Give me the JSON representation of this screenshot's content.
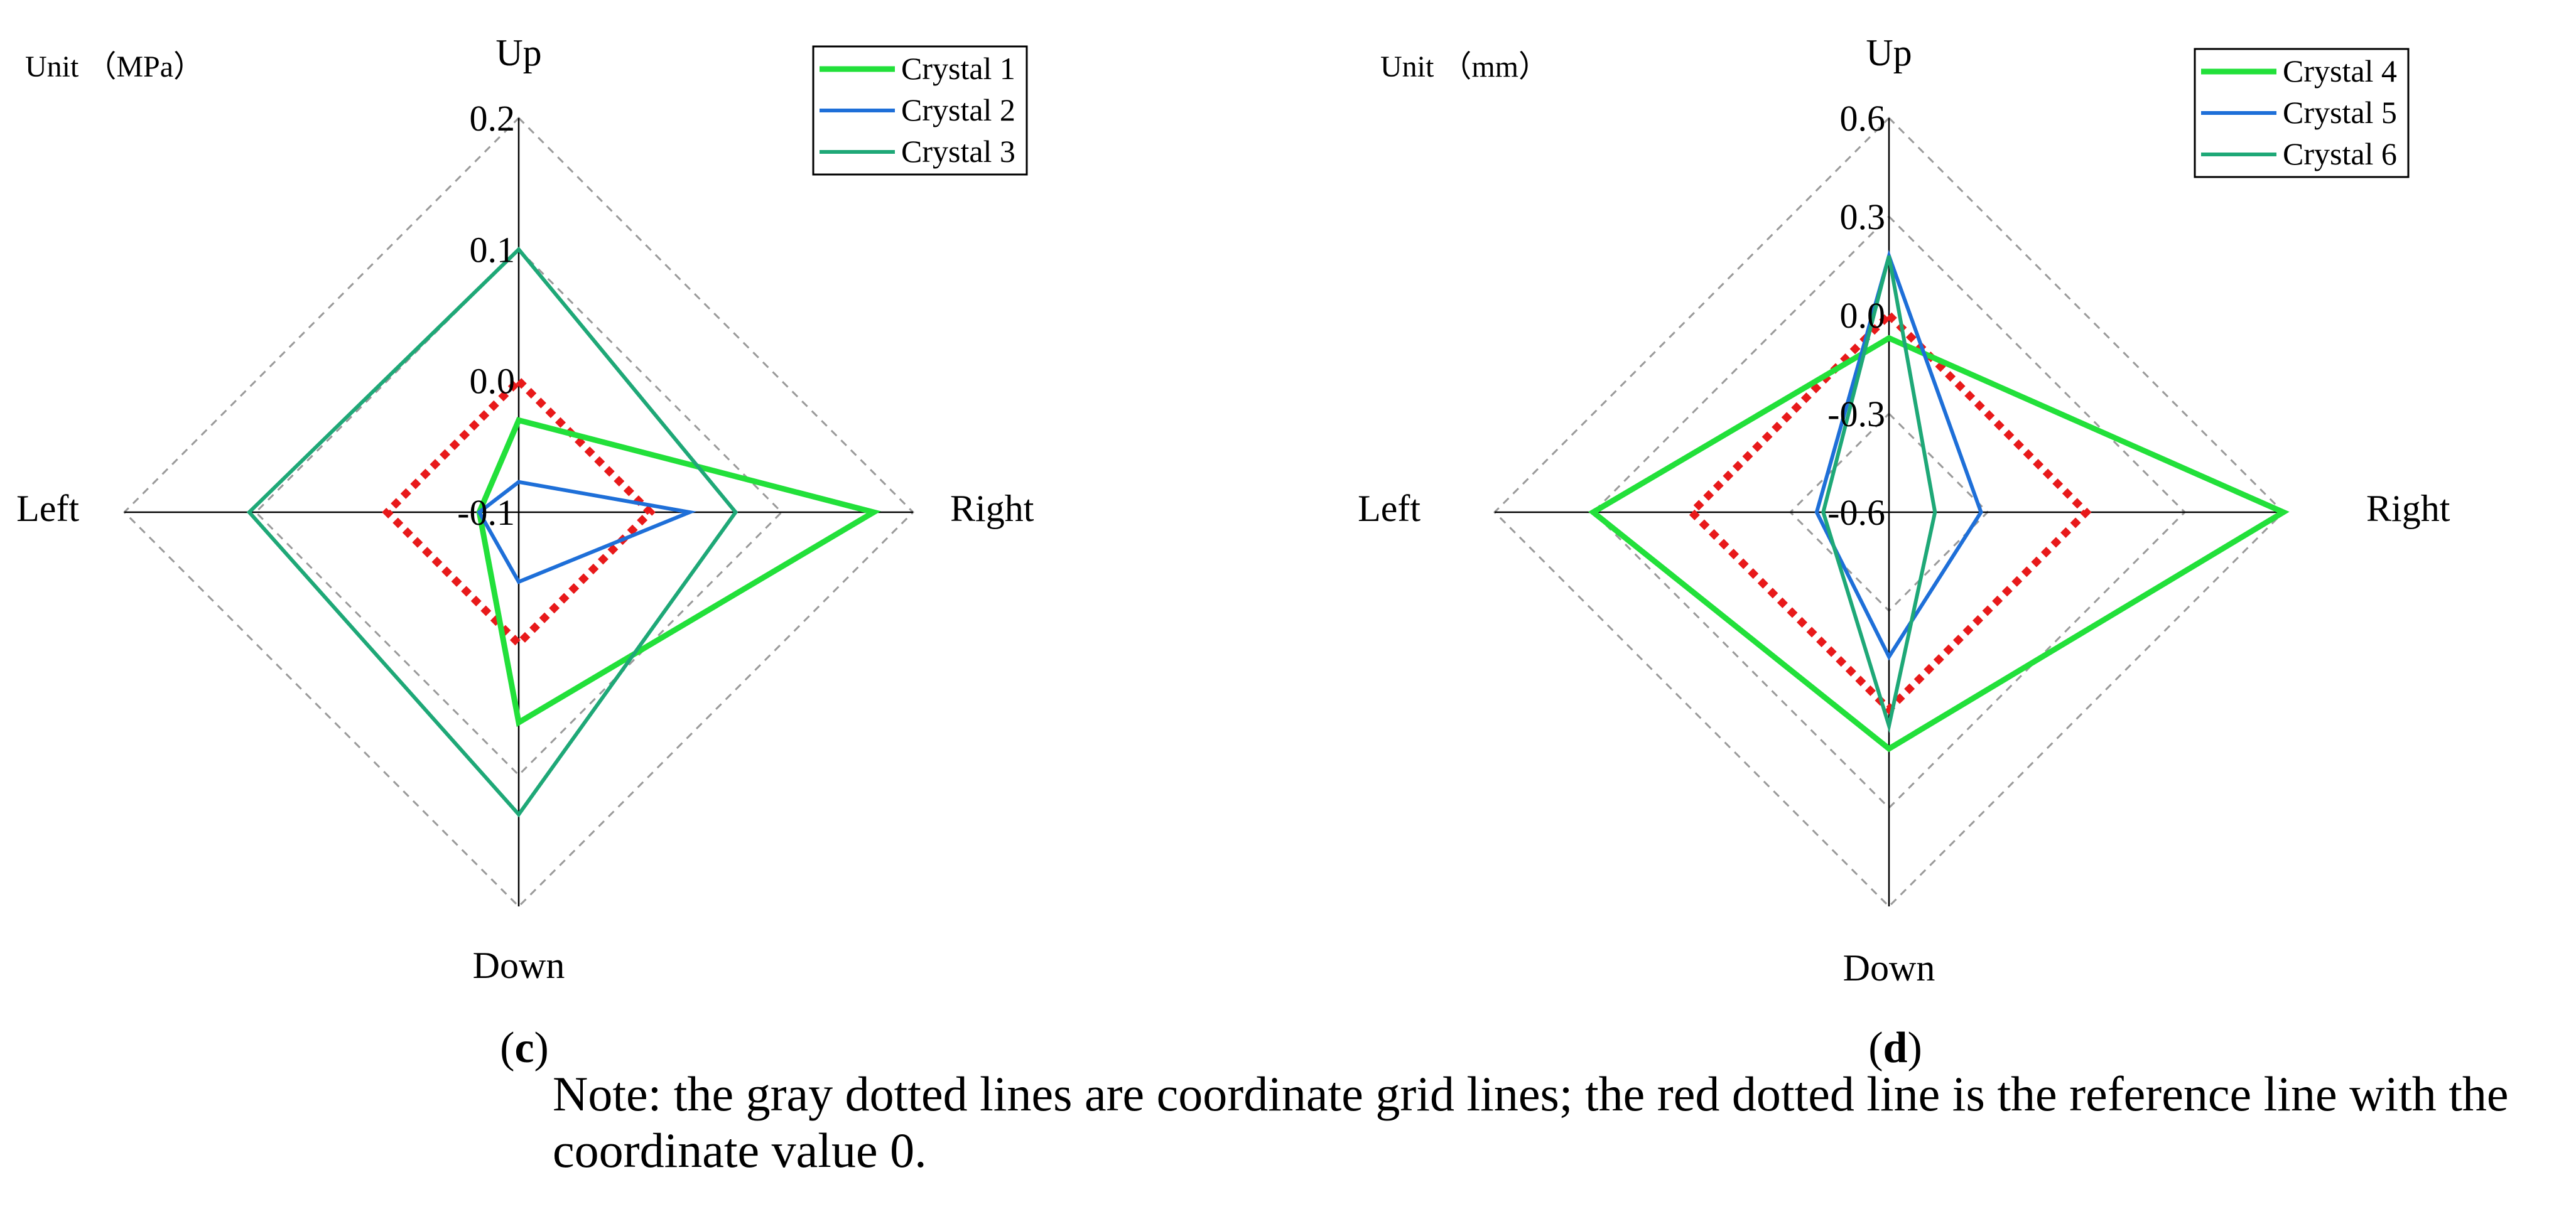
{
  "chart_data": [
    {
      "type": "radar",
      "panel_label": "c",
      "unit_label": "Unit （MPa）",
      "axes": [
        "Up",
        "Right",
        "Down",
        "Left"
      ],
      "range": [
        -0.1,
        0.2
      ],
      "ticks": [
        "0.2",
        "0.1",
        "0.0",
        "-0.1"
      ],
      "tick_values": [
        0.2,
        0.1,
        0.0,
        -0.1
      ],
      "grid": "gray dotted",
      "reference_line": {
        "value": 0,
        "style": "red dotted"
      },
      "legend_position": "top-right",
      "series": [
        {
          "name": "Crystal 1",
          "color": "#22e03a",
          "width": "thick",
          "values": [
            -0.03,
            0.17,
            0.06,
            -0.07
          ]
        },
        {
          "name": "Crystal 2",
          "color": "#1e6fd8",
          "width": "medium",
          "values": [
            -0.077,
            0.03,
            -0.047,
            -0.07
          ]
        },
        {
          "name": "Crystal 3",
          "color": "#1ea877",
          "width": "medium",
          "values": [
            0.1,
            0.065,
            0.13,
            0.105
          ]
        }
      ]
    },
    {
      "type": "radar",
      "panel_label": "d",
      "unit_label": "Unit （mm）",
      "axes": [
        "Up",
        "Right",
        "Down",
        "Left"
      ],
      "range": [
        -0.6,
        0.6
      ],
      "ticks": [
        "0.6",
        "0.3",
        "0.0",
        "-0.3",
        "-0.6"
      ],
      "tick_values": [
        0.6,
        0.3,
        0.0,
        -0.3,
        -0.6
      ],
      "grid": "gray dotted",
      "reference_line": {
        "value": 0,
        "style": "red dotted"
      },
      "legend_position": "top-right",
      "series": [
        {
          "name": "Crystal 4",
          "color": "#22e03a",
          "width": "thick",
          "values": [
            -0.07,
            0.6,
            0.12,
            0.3
          ]
        },
        {
          "name": "Crystal 5",
          "color": "#1e6fd8",
          "width": "medium",
          "values": [
            0.18,
            -0.32,
            -0.16,
            -0.38
          ]
        },
        {
          "name": "Crystal 6",
          "color": "#1ea877",
          "width": "medium",
          "values": [
            0.18,
            -0.46,
            0.05,
            -0.4
          ]
        }
      ]
    }
  ],
  "note": "Note: the gray dotted lines are coordinate grid lines; the red dotted line is the reference line with the coordinate value 0.",
  "colors": {
    "grid": "#9a9a9a",
    "axis": "#000000",
    "reference": "#e8191a"
  }
}
